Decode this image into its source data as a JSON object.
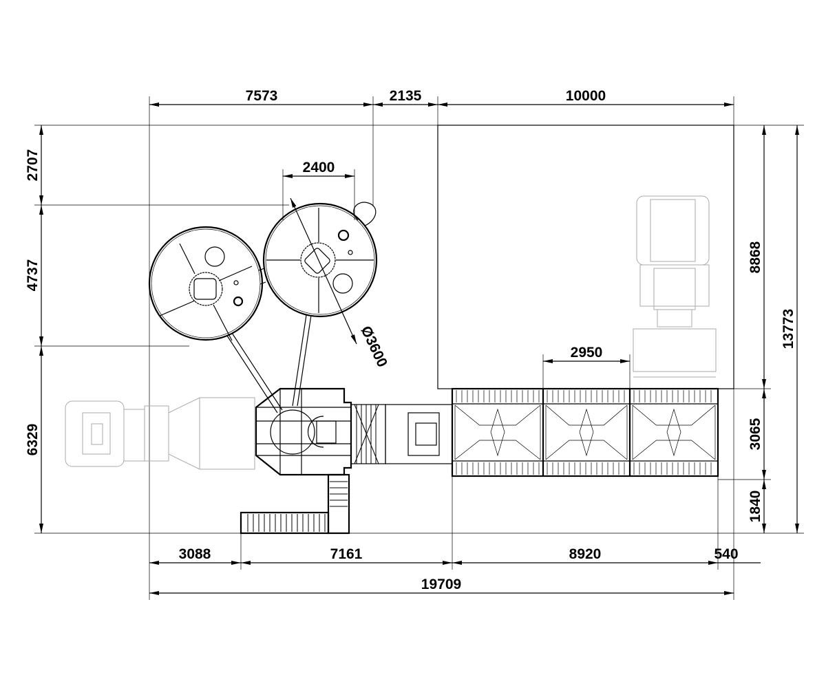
{
  "drawing": {
    "dimensions": {
      "top": [
        "7573",
        "2135",
        "10000"
      ],
      "silo_spacing": "2400",
      "silo_diameter": "Ø3600",
      "loader_width": "2950",
      "left": [
        "2707",
        "4737",
        "6329"
      ],
      "right": [
        "8868",
        "3065",
        "1840"
      ],
      "overall_height": "13773",
      "bottom": [
        "3088",
        "7161",
        "8920",
        "540"
      ],
      "overall_length": "19709"
    },
    "colors": {
      "line": "#000000",
      "ghost": "#aaaaaa"
    }
  }
}
